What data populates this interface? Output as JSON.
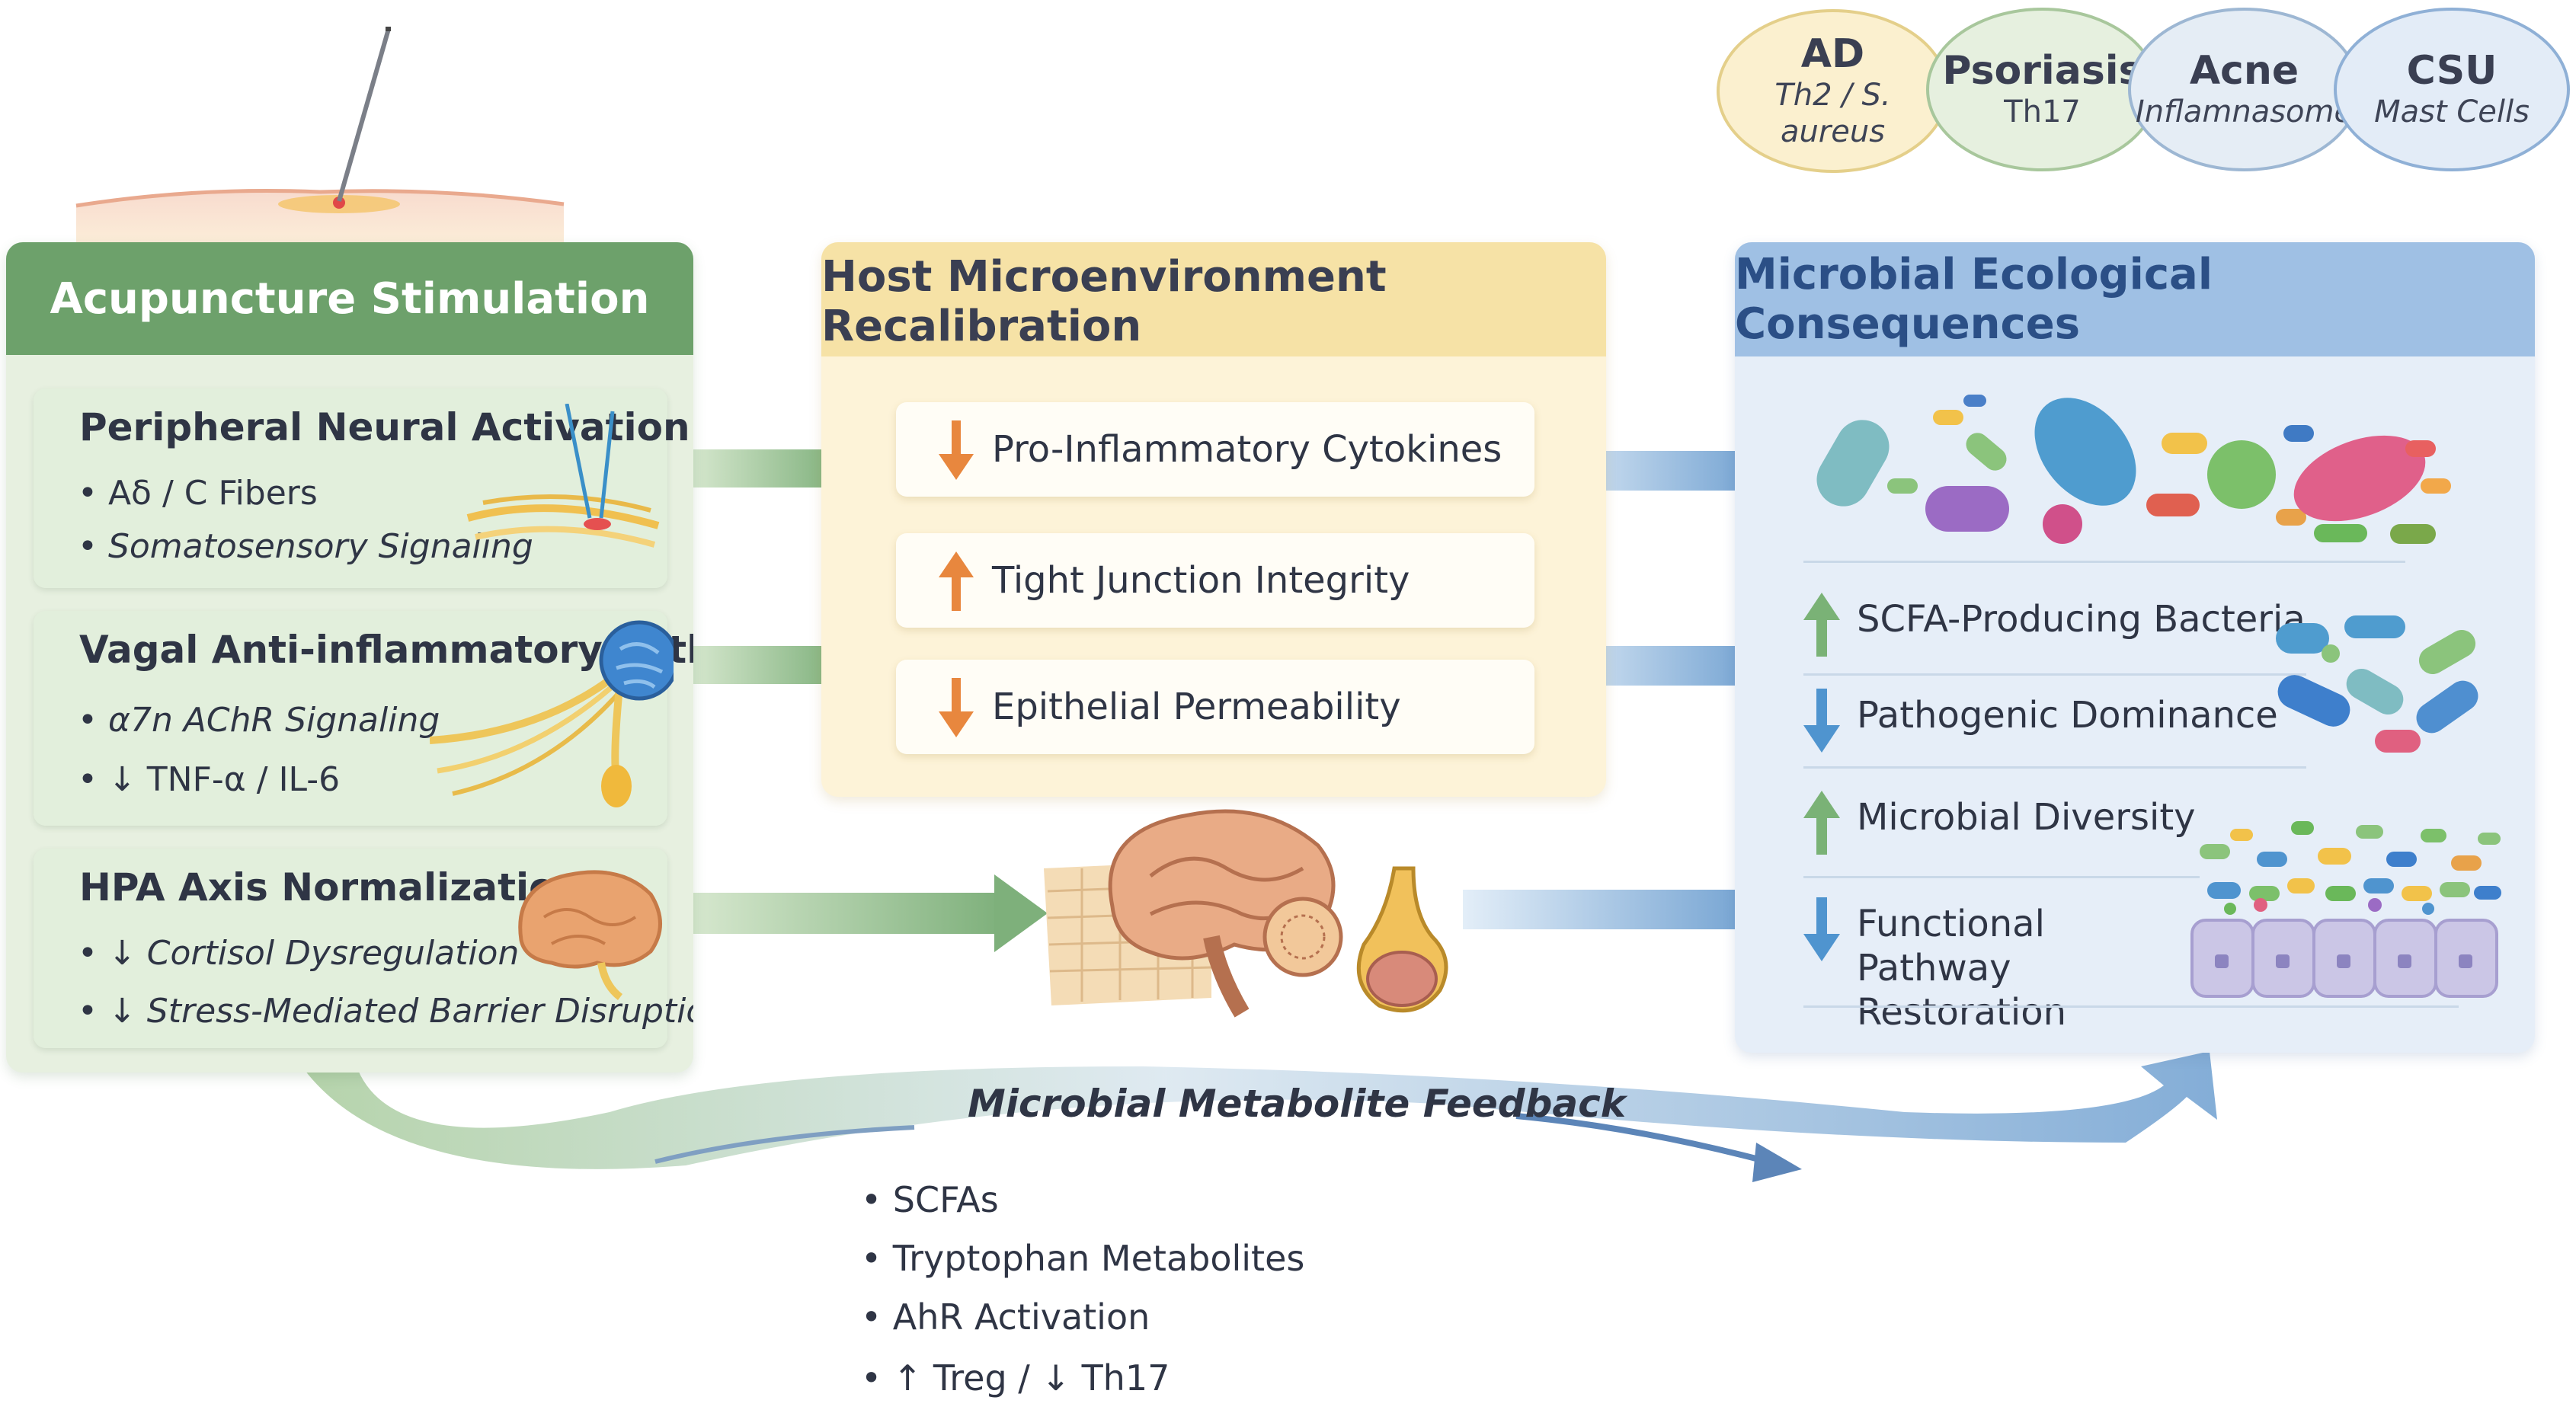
{
  "diseases": [
    {
      "name": "AD",
      "sub": "Th2 / S. aureus",
      "fill": "#fbf0cf",
      "border": "#e4cf8a"
    },
    {
      "name": "Psoriasis",
      "sub": "Th17",
      "fill": "#e6f0df",
      "border": "#a8c79c"
    },
    {
      "name": "Acne",
      "sub": "Inflamnasome",
      "fill": "#e5edf5",
      "border": "#9db7d3"
    },
    {
      "name": "CSU",
      "sub": "Mast Cells",
      "fill": "#e3ecf7",
      "border": "#8fb0d6"
    }
  ],
  "panels": {
    "acupuncture": {
      "title": "Acupuncture Stimulation",
      "color": "#6aa06a",
      "cards": [
        {
          "title": "Peripheral Neural Activation",
          "bullets": [
            "• Aδ / C Fibers",
            "• Somatosensory Signaling"
          ]
        },
        {
          "title": "Vagal Anti-inflammatory Pathway",
          "bullets": [
            "• α7n AChR Signaling",
            "• ↓ TNF-α / IL-6"
          ]
        },
        {
          "title": "HPA Axis Normalization",
          "bullets": [
            "• ↓ Cortisol Dysregulation",
            "• ↓ Stress-Mediated Barrier Disruption"
          ]
        }
      ]
    },
    "host": {
      "title": "Host Microenvironment Recalibration",
      "items": [
        {
          "text": "Pro-Inflammatory Cytokines",
          "direction": "down"
        },
        {
          "text": "Tight Junction Integrity",
          "direction": "up"
        },
        {
          "text": "Epithelial Permeability",
          "direction": "down"
        }
      ]
    },
    "microbial": {
      "title": "Microbial Ecological Consequences",
      "items": [
        {
          "text": "SCFA-Producing Bacteria",
          "direction": "up"
        },
        {
          "text": "Pathogenic Dominance",
          "direction": "down"
        },
        {
          "text": "Microbial Diversity",
          "direction": "up"
        },
        {
          "text": "Functional Pathway\nRestoration",
          "direction": "down"
        }
      ]
    }
  },
  "feedback": {
    "title": "Microbial Metabolite Feedback",
    "items": [
      "• SCFAs",
      "• Tryptophan Metabolites",
      "• AhR Activation",
      "• ↑ Treg / ↓ Th17"
    ]
  }
}
